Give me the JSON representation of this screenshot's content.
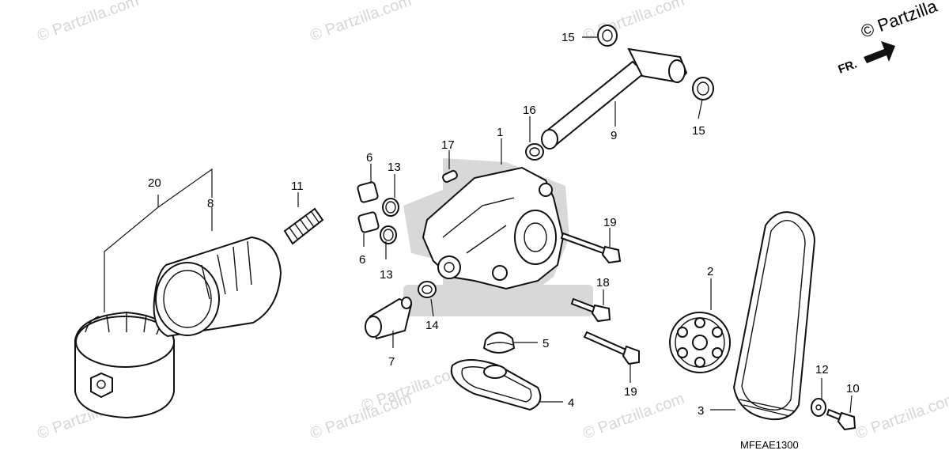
{
  "watermark": "© Partzilla.com",
  "corner_watermark": "© Partzilla",
  "direction_label": "FR.",
  "diagram_code": "MFEAE1300",
  "callouts": [
    "1",
    "2",
    "3",
    "4",
    "5",
    "6",
    "6",
    "7",
    "8",
    "9",
    "10",
    "11",
    "12",
    "13",
    "13",
    "14",
    "15",
    "15",
    "16",
    "17",
    "18",
    "19",
    "19",
    "20"
  ]
}
